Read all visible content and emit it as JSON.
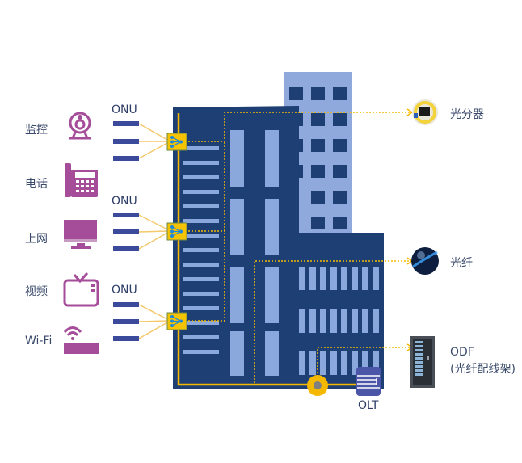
{
  "colors": {
    "building_dark": "#1d3f73",
    "building_light": "#8fa9dc",
    "window_light": "#8aa8dc",
    "fiber": "#f5b800",
    "device_purple": "#a64d9a",
    "onu_bar": "#3b4a9a",
    "splitter_fill": "#f5c300",
    "splitter_node": "#1e88d8",
    "olt": "#4b56a8",
    "text": "#3a4a6b"
  },
  "devices": [
    {
      "label": "监控",
      "icon": "webcam-icon"
    },
    {
      "label": "电话",
      "icon": "telephone-icon"
    },
    {
      "label": "上网",
      "icon": "monitor-icon"
    },
    {
      "label": "视频",
      "icon": "tv-icon"
    },
    {
      "label": "Wi-Fi",
      "icon": "wifi-router-icon"
    }
  ],
  "onu_groups": [
    {
      "label": "ONU"
    },
    {
      "label": "ONU"
    },
    {
      "label": "ONU"
    }
  ],
  "legend": [
    {
      "label": "光分器",
      "icon": "optical-splitter-icon"
    },
    {
      "label": "光纤",
      "icon": "optical-fiber-icon"
    },
    {
      "label": "ODF",
      "sublabel": "(光纤配线架)",
      "icon": "odf-rack-icon"
    }
  ],
  "olt": {
    "label": "OLT"
  }
}
